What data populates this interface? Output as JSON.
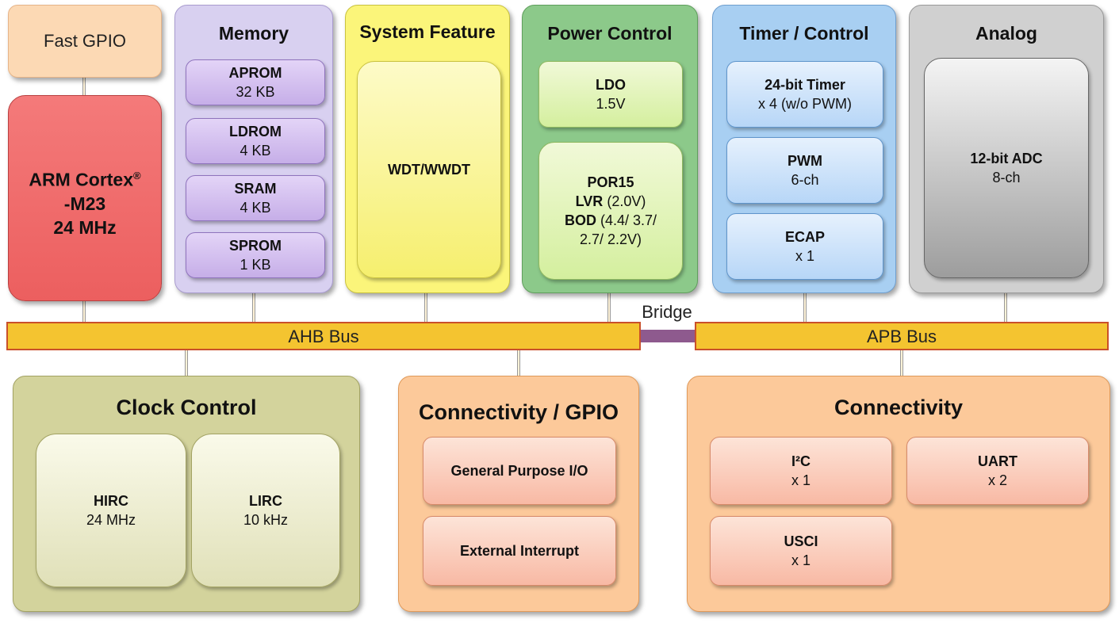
{
  "fast_gpio": {
    "label": "Fast GPIO"
  },
  "cpu": {
    "line1": "ARM Cortex",
    "reg": "®",
    "line2": "-M23",
    "line3": "24 MHz"
  },
  "memory": {
    "title": "Memory",
    "items": [
      {
        "name": "APROM",
        "detail": "32 KB"
      },
      {
        "name": "LDROM",
        "detail": "4 KB"
      },
      {
        "name": "SRAM",
        "detail": "4 KB"
      },
      {
        "name": "SPROM",
        "detail": "1 KB"
      }
    ]
  },
  "system_feature": {
    "title": "System Feature",
    "item": "WDT/WWDT"
  },
  "power_control": {
    "title": "Power Control",
    "ldo": {
      "name": "LDO",
      "detail": "1.5V"
    },
    "por": {
      "line1": "POR15",
      "lvr": "LVR",
      "lvr_detail": "(2.0V)",
      "bod": "BOD",
      "bod_detail": "(4.4/ 3.7/",
      "bod_detail2": "2.7/ 2.2V)"
    }
  },
  "timer_control": {
    "title": "Timer / Control",
    "items": [
      {
        "name": "24-bit Timer",
        "detail": "x 4 (w/o PWM)"
      },
      {
        "name": "PWM",
        "detail": "6-ch"
      },
      {
        "name": "ECAP",
        "detail": "x 1"
      }
    ]
  },
  "analog": {
    "title": "Analog",
    "item": {
      "name": "12-bit ADC",
      "detail": "8-ch"
    }
  },
  "buses": {
    "ahb": "AHB Bus",
    "apb": "APB Bus",
    "bridge": "Bridge"
  },
  "clock_control": {
    "title": "Clock Control",
    "items": [
      {
        "name": "HIRC",
        "detail": "24 MHz"
      },
      {
        "name": "LIRC",
        "detail": "10 kHz"
      }
    ]
  },
  "connectivity_gpio": {
    "title": "Connectivity / GPIO",
    "items": [
      "General Purpose I/O",
      "External  Interrupt"
    ]
  },
  "connectivity": {
    "title": "Connectivity",
    "i2c": {
      "name": "I²C",
      "detail": "x 1"
    },
    "uart": {
      "name": "UART",
      "detail": "x 2"
    },
    "usci": {
      "name": "USCI",
      "detail": "x 1"
    }
  },
  "colors": {
    "fast_gpio": "#fcd9b4",
    "cpu": "#f26b6b",
    "memory": "#d8d0f0",
    "system": "#fbf57a",
    "power": "#8cc98a",
    "timer": "#a8cff2",
    "analog": "#d0d0d0",
    "clock": "#d3d39c",
    "connectivity": "#fcc99a",
    "bus": "#f4c430",
    "bridge": "#8e5a8e"
  }
}
